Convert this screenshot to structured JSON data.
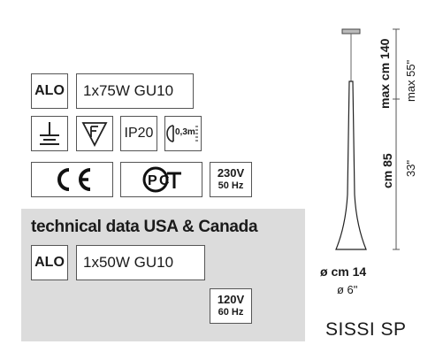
{
  "specs": {
    "eu": {
      "material_code": "ALO",
      "bulb": "1x75W GU10",
      "ip_rating": "IP20",
      "distance_label": "0,3m",
      "voltage": "230V",
      "frequency": "50 Hz"
    },
    "usa": {
      "heading": "technical data USA & Canada",
      "material_code": "ALO",
      "bulb": "1x50W GU10",
      "voltage": "120V",
      "frequency": "60 Hz"
    }
  },
  "icons": [
    "ground-icon",
    "f-triangle-icon",
    "ip20-icon",
    "distance-icon",
    "ce-icon",
    "pct-cert-icon"
  ],
  "dimensions": {
    "max_height_cm": "max cm 140",
    "max_height_in": "max 55\"",
    "height_cm": "cm 85",
    "height_in": "33\"",
    "diameter_cm": "ø cm 14",
    "diameter_in": "ø 6\""
  },
  "product_name": "SISSI SP",
  "colors": {
    "border": "#555555",
    "panel": "#dcdcdc",
    "text": "#1a1a1a"
  }
}
